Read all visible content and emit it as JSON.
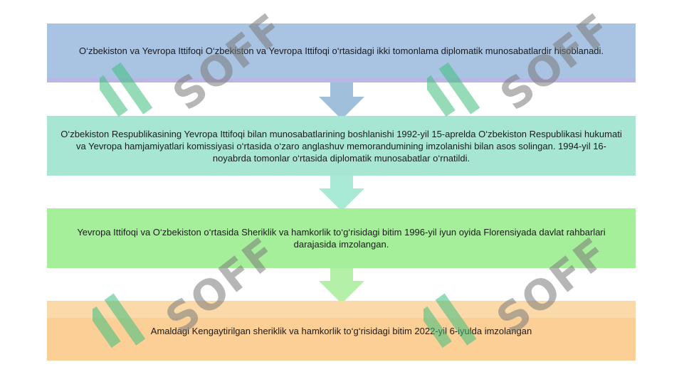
{
  "watermark": {
    "text": "SOFF",
    "logo_color": "#3fbf7f",
    "text_color": "#7b7b7b"
  },
  "boxes": [
    {
      "text": "O‘zbekiston va Yevropa Ittifoqi O‘zbekiston va Yevropa Ittifoqi o‘rtasidagi ikki tomonlama diplomatik munosabatlardir hisoblanadi.",
      "color": "#a9c4e2"
    },
    {
      "text": "O‘zbekiston Respublikasining Yevropa Ittifoqi bilan munosabatlarining boshlanishi 1992-yil 15-aprelda O‘zbekiston Respublikasi hukumati va Yevropa hamjamiyatlari komissiyasi o‘rtasida o‘zaro anglashuv memorandumining imzolanishi bilan asos solingan. 1994-yil 16-noyabrda tomonlar o‘rtasida diplomatik munosabatlar o‘rnatildi.",
      "color": "#a8e6d4"
    },
    {
      "text": "Yevropa Ittifoqi va O‘zbekiston o‘rtasida Sheriklik va hamkorlik to‘g‘risidagi bitim 1996-yil iyun oyida Florensiyada davlat rahbarlari darajasida imzolangan.",
      "color": "#a6ef9a"
    },
    {
      "text": "Amaldagi Kengaytirilgan sheriklik va hamkorlik to‘g‘risidagi bitim 2022-yil 6-iyulda imzolangan",
      "color": "#fbcf96"
    }
  ],
  "arrows": [
    {
      "color": "#9fbfda"
    },
    {
      "color": "#a8ead6"
    },
    {
      "color": "#b4f0a8"
    }
  ]
}
